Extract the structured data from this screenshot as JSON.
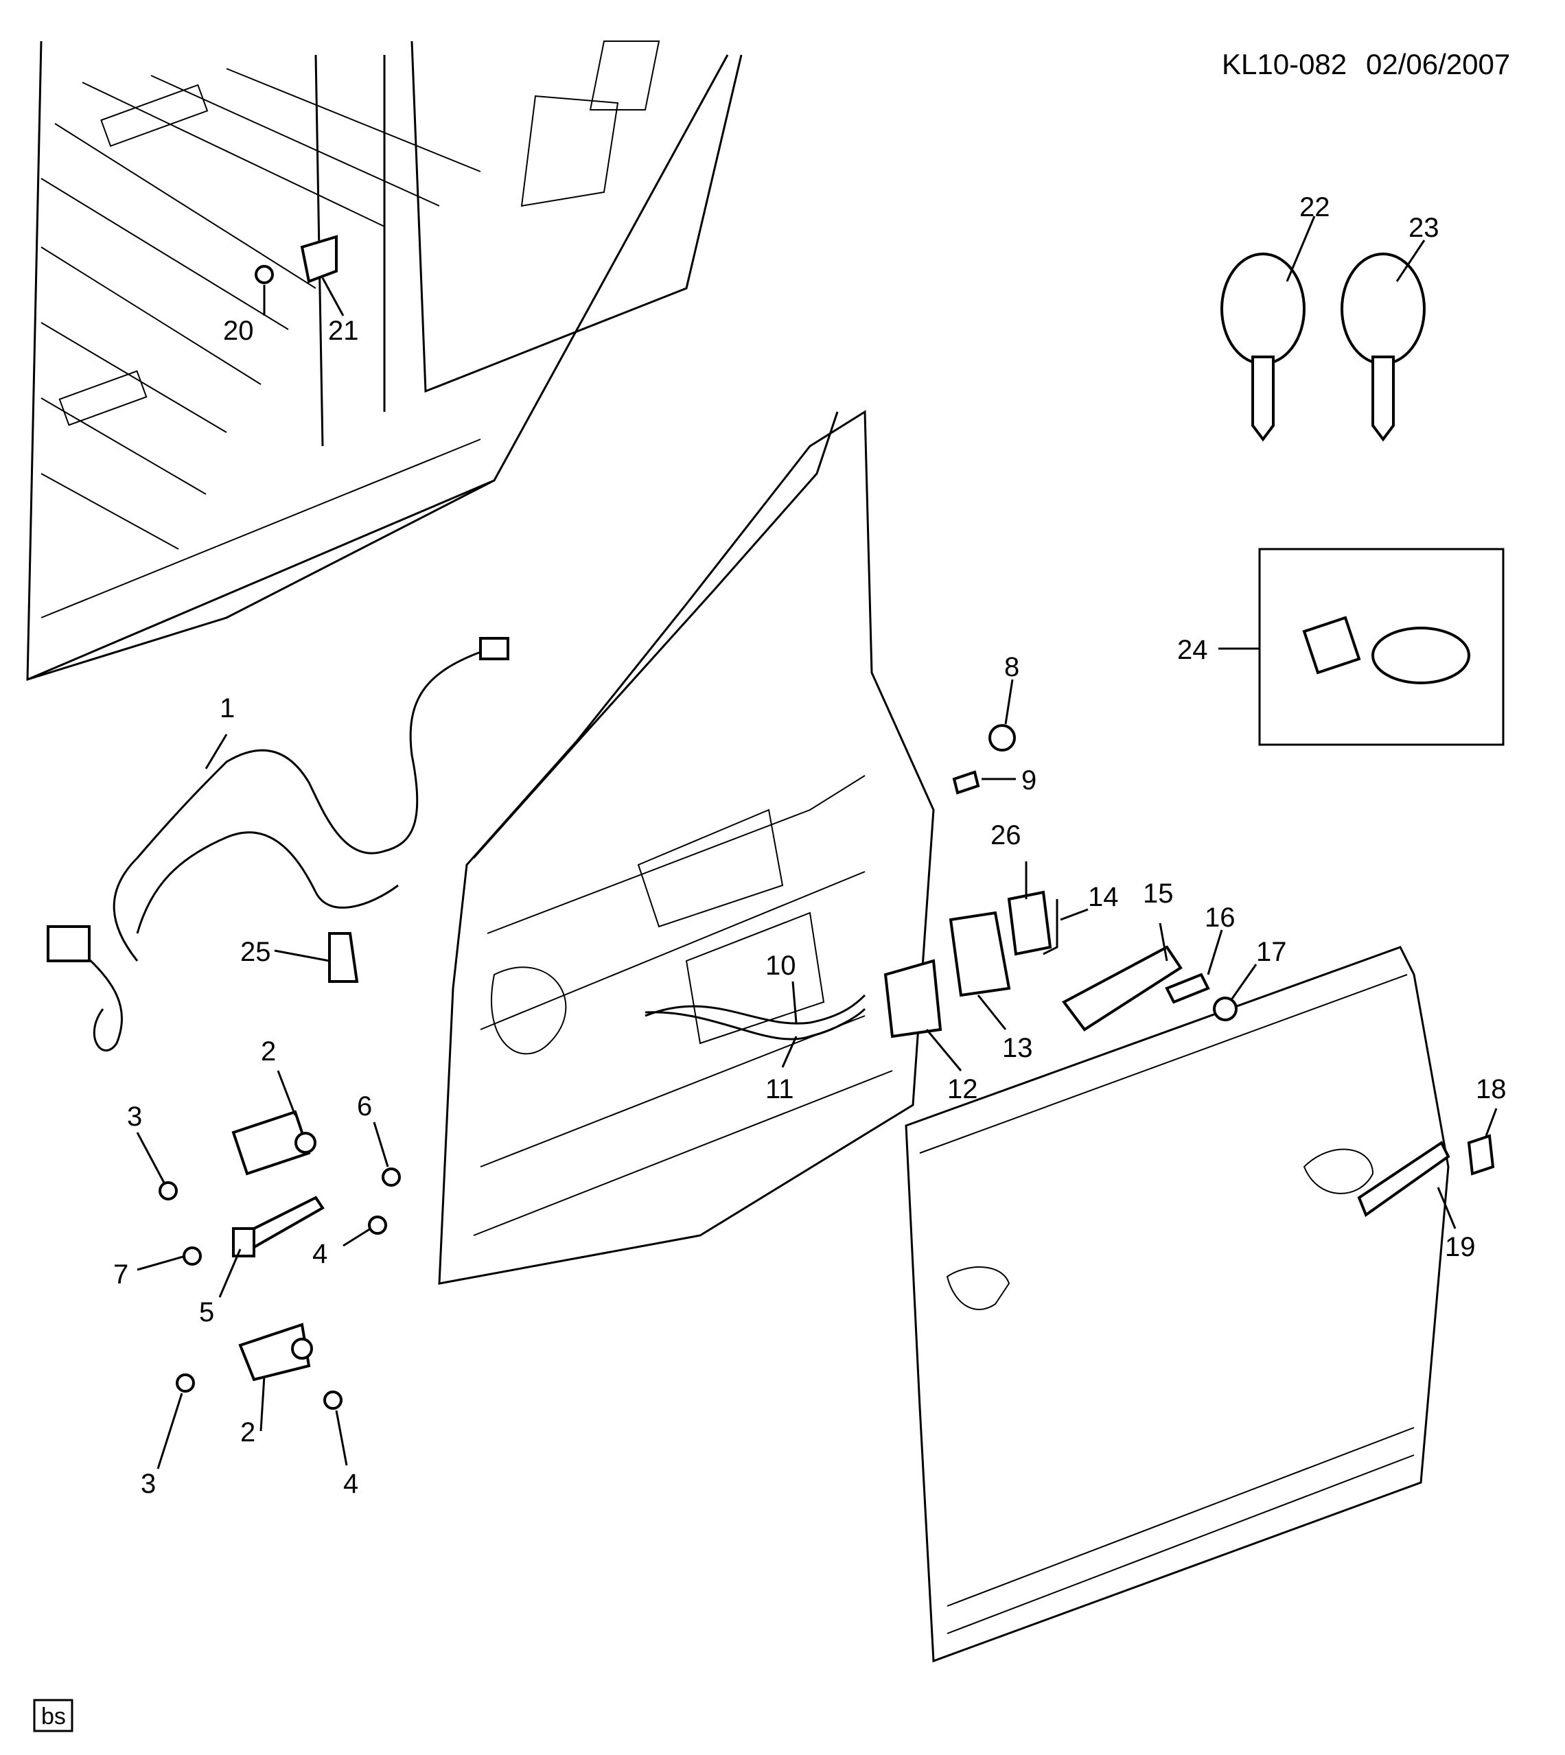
{
  "header": {
    "drawing_id": "KL10-082",
    "date": "02/06/2007"
  },
  "footer": {
    "code": "bs"
  },
  "callouts": [
    "1",
    "2",
    "3",
    "4",
    "5",
    "6",
    "7",
    "8",
    "9",
    "10",
    "11",
    "12",
    "13",
    "14",
    "15",
    "16",
    "17",
    "18",
    "19",
    "20",
    "21",
    "22",
    "23",
    "24",
    "25",
    "26"
  ],
  "callouts_extra": {
    "c2b": "2",
    "c3b": "3",
    "c4b": "4"
  }
}
